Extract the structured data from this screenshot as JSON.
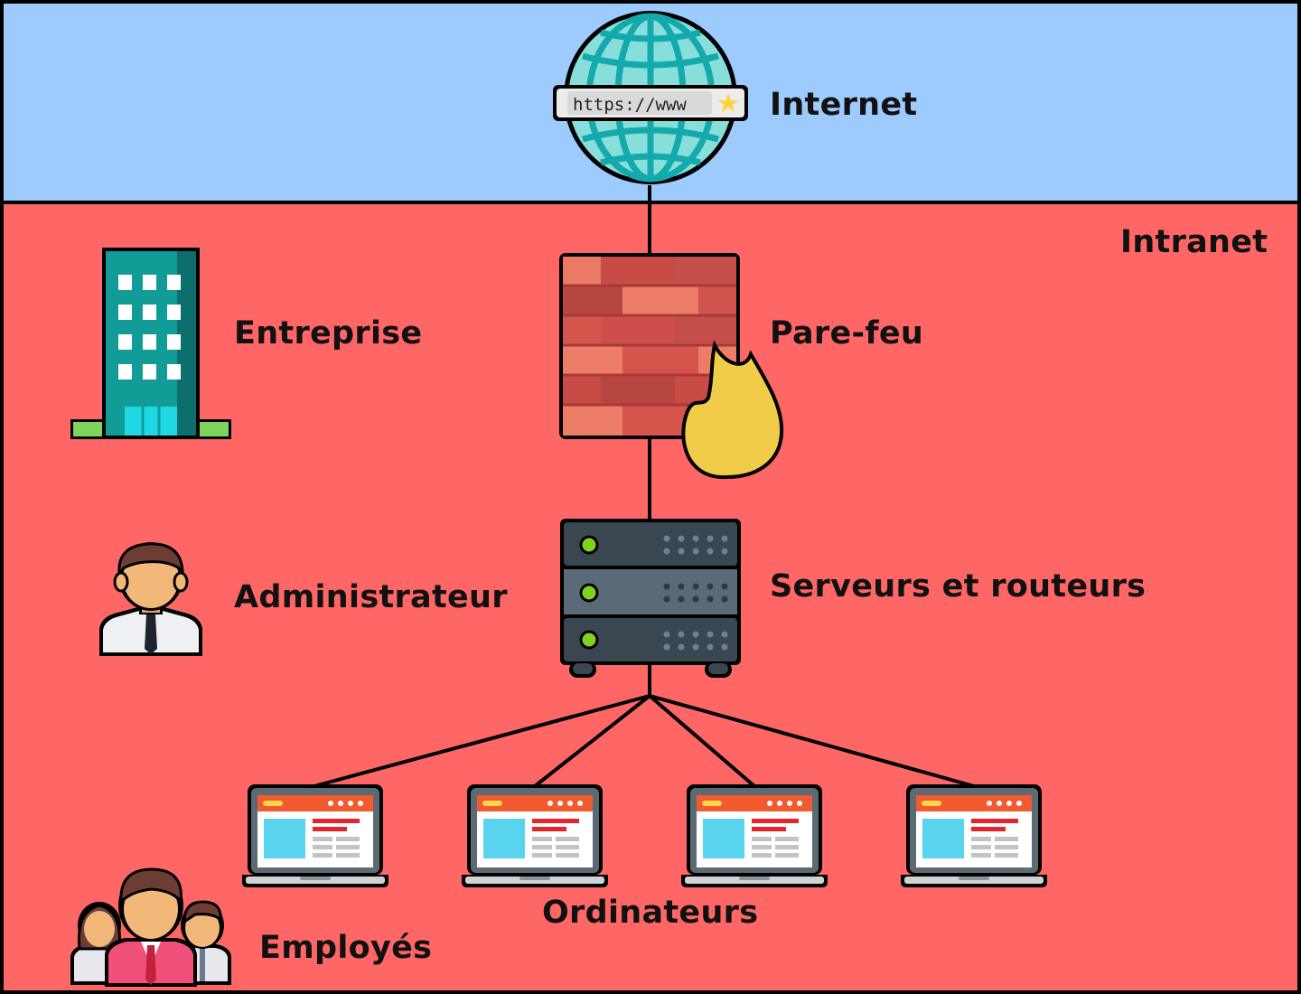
{
  "zones": {
    "internet": {
      "label": "Internet",
      "color": "#9dcbfe"
    },
    "intranet": {
      "label": "Intranet",
      "color": "#ff6666"
    }
  },
  "globe": {
    "url_text": "https://www"
  },
  "nodes": {
    "firewall": "Pare-feu",
    "servers": "Serveurs et routeurs",
    "computers": "Ordinateurs"
  },
  "legend": {
    "company": "Entreprise",
    "admin": "Administrateur",
    "employees": "Employés"
  },
  "icons": [
    "globe-icon",
    "building-icon",
    "firewall-icon",
    "flame-icon",
    "server-rack-icon",
    "admin-person-icon",
    "laptop-icon",
    "employees-group-icon"
  ]
}
